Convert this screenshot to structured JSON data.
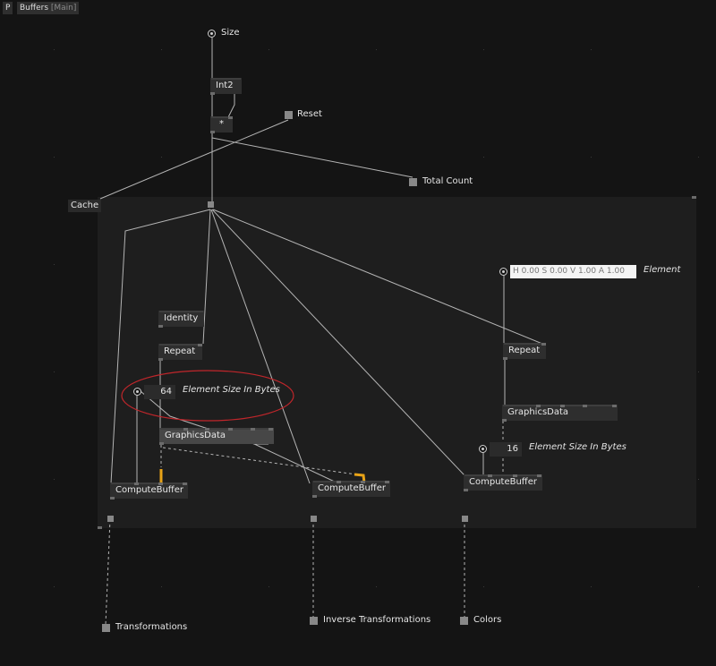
{
  "tabs": {
    "p_label": "P",
    "window_title": "Buffers",
    "window_context": "[Main]"
  },
  "pins": {
    "size": "Size",
    "reset": "Reset",
    "total_count": "Total Count",
    "transformations": "Transformations",
    "inverse_transformations": "Inverse Transformations",
    "colors": "Colors"
  },
  "region": {
    "label": "Cache"
  },
  "nodes": {
    "int2": "Int2",
    "multiply": "*",
    "identity": "Identity",
    "repeat_left": "Repeat",
    "repeat_right": "Repeat",
    "graphicsdata_left": "GraphicsData",
    "graphicsdata_right": "GraphicsData",
    "computebuffer_left": "ComputeBuffer",
    "computebuffer_mid": "ComputeBuffer",
    "computebuffer_right": "ComputeBuffer"
  },
  "iobox": {
    "element_size_left": {
      "value": "64",
      "label": "Element Size In Bytes"
    },
    "element_size_right": {
      "value": "16",
      "label": "Element Size In Bytes"
    },
    "element_color": {
      "value": "H 0.00 S 0.00 V 1.00 A 1.00",
      "label": "Element"
    }
  },
  "colors": {
    "background": "#141414",
    "region": "#1e1e1e",
    "node": "#2e2e2e",
    "wire": "#b4b4b4",
    "highlight_wire": "#e8a317",
    "annotation": "#c0262b"
  }
}
